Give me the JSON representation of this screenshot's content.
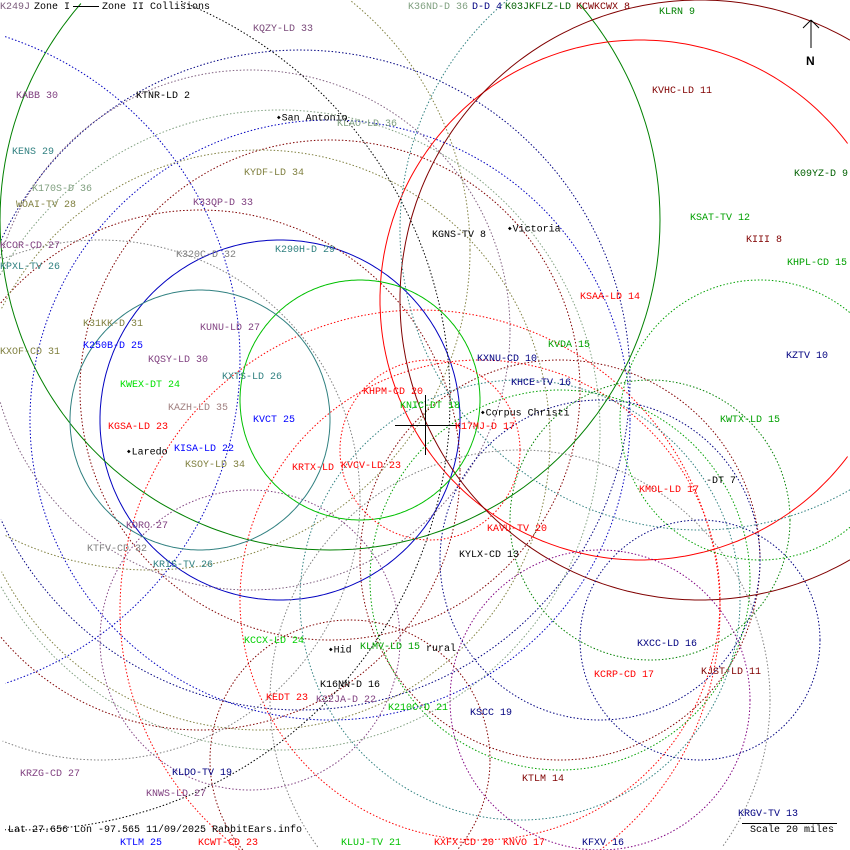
{
  "legend": {
    "zone1": "Zone I",
    "zone2": "Zone II Collisions"
  },
  "north_label": "N",
  "footer": "Lat 27.656 Lon -97.565 11/09/2025 RabbitEars.info",
  "scale": "Scale 20 miles",
  "cities": [
    "San Antonio",
    "Victoria",
    "Corpus Christi",
    "Laredo",
    "Hid",
    "rural"
  ],
  "labels": [
    {
      "text": "K249J",
      "color": "#7a5a7a"
    },
    {
      "text": "KQZY-LD 33",
      "color": "#7a4a7a"
    },
    {
      "text": "K36ND-D 36",
      "color": "#7f9f7f"
    },
    {
      "text": "D-D 4",
      "color": "#000080"
    },
    {
      "text": "K03JKFLZ-LD",
      "color": "#006000"
    },
    {
      "text": "KCWKCWX 8",
      "color": "#800000"
    },
    {
      "text": "KLRN 9",
      "color": "#008000"
    },
    {
      "text": "KABB 30",
      "color": "#804080"
    },
    {
      "text": "KTNR-LD 2",
      "color": "#000000"
    },
    {
      "text": "KLAO-LD 36",
      "color": "#7f9f7f"
    },
    {
      "text": "KVHC-LD 11",
      "color": "#800000"
    },
    {
      "text": "KENS 29",
      "color": "#308080"
    },
    {
      "text": "KYDF-LD 34",
      "color": "#808040"
    },
    {
      "text": "K09YZ-D 9",
      "color": "#006000"
    },
    {
      "text": "K170S-D 36",
      "color": "#7f9f7f"
    },
    {
      "text": "WOAI-TV 28",
      "color": "#808040"
    },
    {
      "text": "K33QP-D 33",
      "color": "#804080"
    },
    {
      "text": "KSAT-TV 12",
      "color": "#00a000"
    },
    {
      "text": "KGNS-TV 8",
      "color": "#000000"
    },
    {
      "text": "KIII 8",
      "color": "#800000"
    },
    {
      "text": "KCOR-CD 27",
      "color": "#804080"
    },
    {
      "text": "K320C-D 32",
      "color": "#808080"
    },
    {
      "text": "K290H-D 29",
      "color": "#308080"
    },
    {
      "text": "KHPL-CD 15",
      "color": "#00a000"
    },
    {
      "text": "KPXL-TV 26",
      "color": "#308080"
    },
    {
      "text": "KSAA-LD 14",
      "color": "#ff0000"
    },
    {
      "text": "K31KK-D 31",
      "color": "#808040"
    },
    {
      "text": "KUNU-LD 27",
      "color": "#804080"
    },
    {
      "text": "KVDA 15",
      "color": "#00a000"
    },
    {
      "text": "K250B-D 25",
      "color": "#0000ff"
    },
    {
      "text": "KXOF-CD 31",
      "color": "#808040"
    },
    {
      "text": "KQSY-LD 30",
      "color": "#804080"
    },
    {
      "text": "KXNU-CD 10",
      "color": "#000080"
    },
    {
      "text": "KZTV 10",
      "color": "#000080"
    },
    {
      "text": "KXTS-LD 26",
      "color": "#308080"
    },
    {
      "text": "KHCE-TV 16",
      "color": "#000080"
    },
    {
      "text": "KWEX-DT 24",
      "color": "#00e000"
    },
    {
      "text": "KHPM-CD 20",
      "color": "#ff0000"
    },
    {
      "text": "KNIC-DT 18",
      "color": "#00c000"
    },
    {
      "text": "KAZH-LD 35",
      "color": "#a08080"
    },
    {
      "text": "KVCT 25",
      "color": "#0000ff"
    },
    {
      "text": "KWTX-LD 15",
      "color": "#00a000"
    },
    {
      "text": "K17MJ-D 17",
      "color": "#ff0000"
    },
    {
      "text": "KGSA-LD 23",
      "color": "#ff0000"
    },
    {
      "text": "KISA-LD 22",
      "color": "#0000ff"
    },
    {
      "text": "KSOY-LD 34",
      "color": "#808040"
    },
    {
      "text": "KRTX-LD",
      "color": "#ff0000"
    },
    {
      "text": "KVCV-LD 23",
      "color": "#ff0000"
    },
    {
      "text": "-DT 7",
      "color": "#000000"
    },
    {
      "text": "KMOL-LD 17",
      "color": "#ff0000"
    },
    {
      "text": "KAVU-TV 20",
      "color": "#ff0000"
    },
    {
      "text": "KORO 27",
      "color": "#804080"
    },
    {
      "text": "KTFV-CD 32",
      "color": "#808080"
    },
    {
      "text": "KYLX-CD 13",
      "color": "#000000"
    },
    {
      "text": "KRIS-TV 26",
      "color": "#308080"
    },
    {
      "text": "KCCX-LD 24",
      "color": "#00d000"
    },
    {
      "text": "KXCC-LD 16",
      "color": "#000080"
    },
    {
      "text": "KLMV-LD 15",
      "color": "#00a000"
    },
    {
      "text": "KCRP-CD 17",
      "color": "#ff0000"
    },
    {
      "text": "KJST-LD 11",
      "color": "#800000"
    },
    {
      "text": "K16NN-D 16",
      "color": "#000000"
    },
    {
      "text": "KEDT 23",
      "color": "#ff0000"
    },
    {
      "text": "K22JA-D 22",
      "color": "#804080"
    },
    {
      "text": "K210C-D 21",
      "color": "#00c000"
    },
    {
      "text": "KSCC 19",
      "color": "#000080"
    },
    {
      "text": "KRZG-CD 27",
      "color": "#804080"
    },
    {
      "text": "KLDO-TV 19",
      "color": "#000080"
    },
    {
      "text": "KTLM 14",
      "color": "#800000"
    },
    {
      "text": "KNWS-LD 27",
      "color": "#804080"
    },
    {
      "text": "KRGV-TV 13",
      "color": "#000080"
    },
    {
      "text": "KTLM 25",
      "color": "#0000ff"
    },
    {
      "text": "KCWT-CD 23",
      "color": "#ff0000"
    },
    {
      "text": "KLUJ-TV 21",
      "color": "#00c000"
    },
    {
      "text": "KXFX-CD 20",
      "color": "#ff0000"
    },
    {
      "text": "KNVO 17",
      "color": "#ff0000"
    },
    {
      "text": "KFXV 16",
      "color": "#000080"
    }
  ]
}
